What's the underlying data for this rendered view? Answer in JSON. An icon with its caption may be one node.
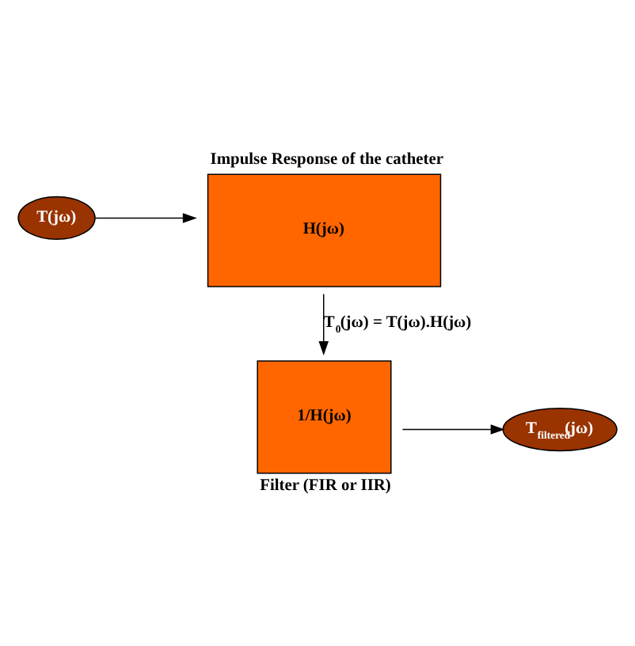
{
  "diagram": {
    "nodes": [
      {
        "text": [
          "T(jω)"
        ]
      },
      {
        "text": [
          "Impulse Response of the catheter",
          "H(jω)"
        ]
      },
      {
        "text": [
          "1/H(jω)",
          "Filter (FIR or IIR)"
        ]
      },
      {
        "text": [
          "T$_{filtered}$(jω)"
        ]
      }
    ],
    "edges": [
      {
        "from": 0,
        "to": 1,
        "arrow": "to"
      },
      {
        "from": 1,
        "to": 2,
        "arrow": "to",
        "label": "T$_{0}$(jω) = T(jω).H(jω)"
      },
      {
        "from": 2,
        "to": 3,
        "arrow": "to"
      }
    ]
  }
}
